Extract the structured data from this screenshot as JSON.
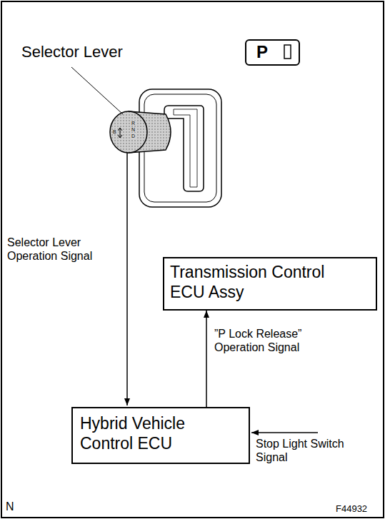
{
  "diagram": {
    "nodes": [
      {
        "text": [
          "P"
        ]
      },
      {
        "text": [
          "Transmission Control ECU Assy"
        ]
      },
      {
        "text": [
          "Hybrid Vehicle Control ECU"
        ]
      }
    ],
    "edges": [
      {
        "from": 2,
        "to": 1,
        "arrow": "to",
        "label": "”P Lock Release” Operation Signal"
      }
    ],
    "labels": [
      "Selector Lever",
      "R",
      "N",
      "D",
      "B",
      "Selector Lever Operation Signal",
      "Stop Light Switch Signal",
      "N",
      "F44932"
    ]
  }
}
